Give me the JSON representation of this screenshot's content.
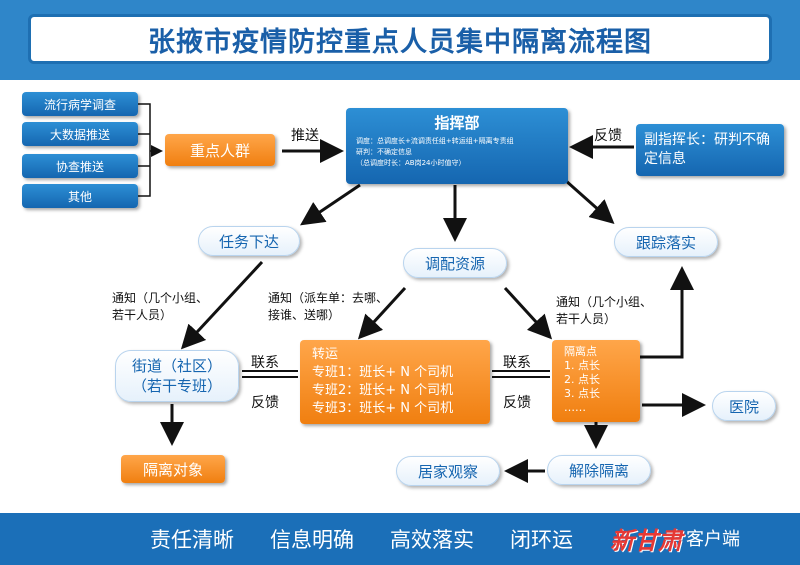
{
  "title": "张掖市疫情防控重点人员集中隔离流程图",
  "sources": [
    "流行病学调查",
    "大数据推送",
    "协查推送",
    "其他"
  ],
  "key_group": "重点人群",
  "push_label": "推送",
  "command": {
    "title": "指挥部",
    "lines": [
      "调度：总调度长+流调责任组+转运组+隔离专责组",
      "研判：不确定信息",
      "（总调度时长：AB岗24小时值守）"
    ]
  },
  "feedback_label": "反馈",
  "deputy": "副指挥长：研判不确定信息",
  "task_dispatch": "任务下达",
  "allocate": "调配资源",
  "track": "跟踪落实",
  "notice_left": [
    "通知（几个小组、",
    "若干人员）"
  ],
  "notice_mid": [
    "通知（派车单：去哪、",
    "接谁、送哪）"
  ],
  "notice_right": [
    "通知（几个小组、",
    "若干人员）"
  ],
  "street": [
    "街道（社区）",
    "（若干专班）"
  ],
  "transport": {
    "title": "转运",
    "lines": [
      "专班1：班长+ N 个司机",
      "专班2：班长+ N 个司机",
      "专班3：班长+ N 个司机"
    ]
  },
  "isolation_point": {
    "title": "隔离点",
    "lines": [
      "1. 点长",
      "2. 点长",
      "3. 点长",
      "……"
    ]
  },
  "contact_label": "联系",
  "fb_label": "反馈",
  "hospital": "医院",
  "isolation_target": "隔离对象",
  "release": "解除隔离",
  "home_obs": "居家观察",
  "footer": [
    "责任清晰",
    "信息明确",
    "高效落实",
    "闭环运"
  ],
  "brand": {
    "logo": "新甘肃",
    "suffix": "客户端"
  },
  "colors": {
    "blue": "#1566b0",
    "orange": "#f07f10",
    "arrow": "#111111"
  }
}
